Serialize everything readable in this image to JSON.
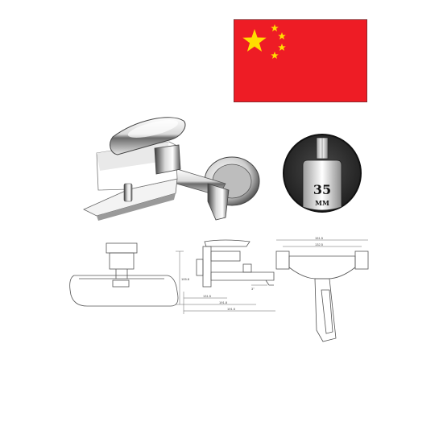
{
  "cartridge": {
    "size_value": "35",
    "size_unit": "MM"
  },
  "dimensions": {
    "front_height": "105.8",
    "side_a": "131.5",
    "side_b": "191.8",
    "side_total": "191.5",
    "side_angle": "3°",
    "top_width": "151.5",
    "top_inner": "132.5"
  },
  "colors": {
    "flag_red": "#ee1c25",
    "flag_star": "#ffde00",
    "chrome_dark": "#4a4a4a",
    "chrome_light": "#f2f2f2"
  }
}
